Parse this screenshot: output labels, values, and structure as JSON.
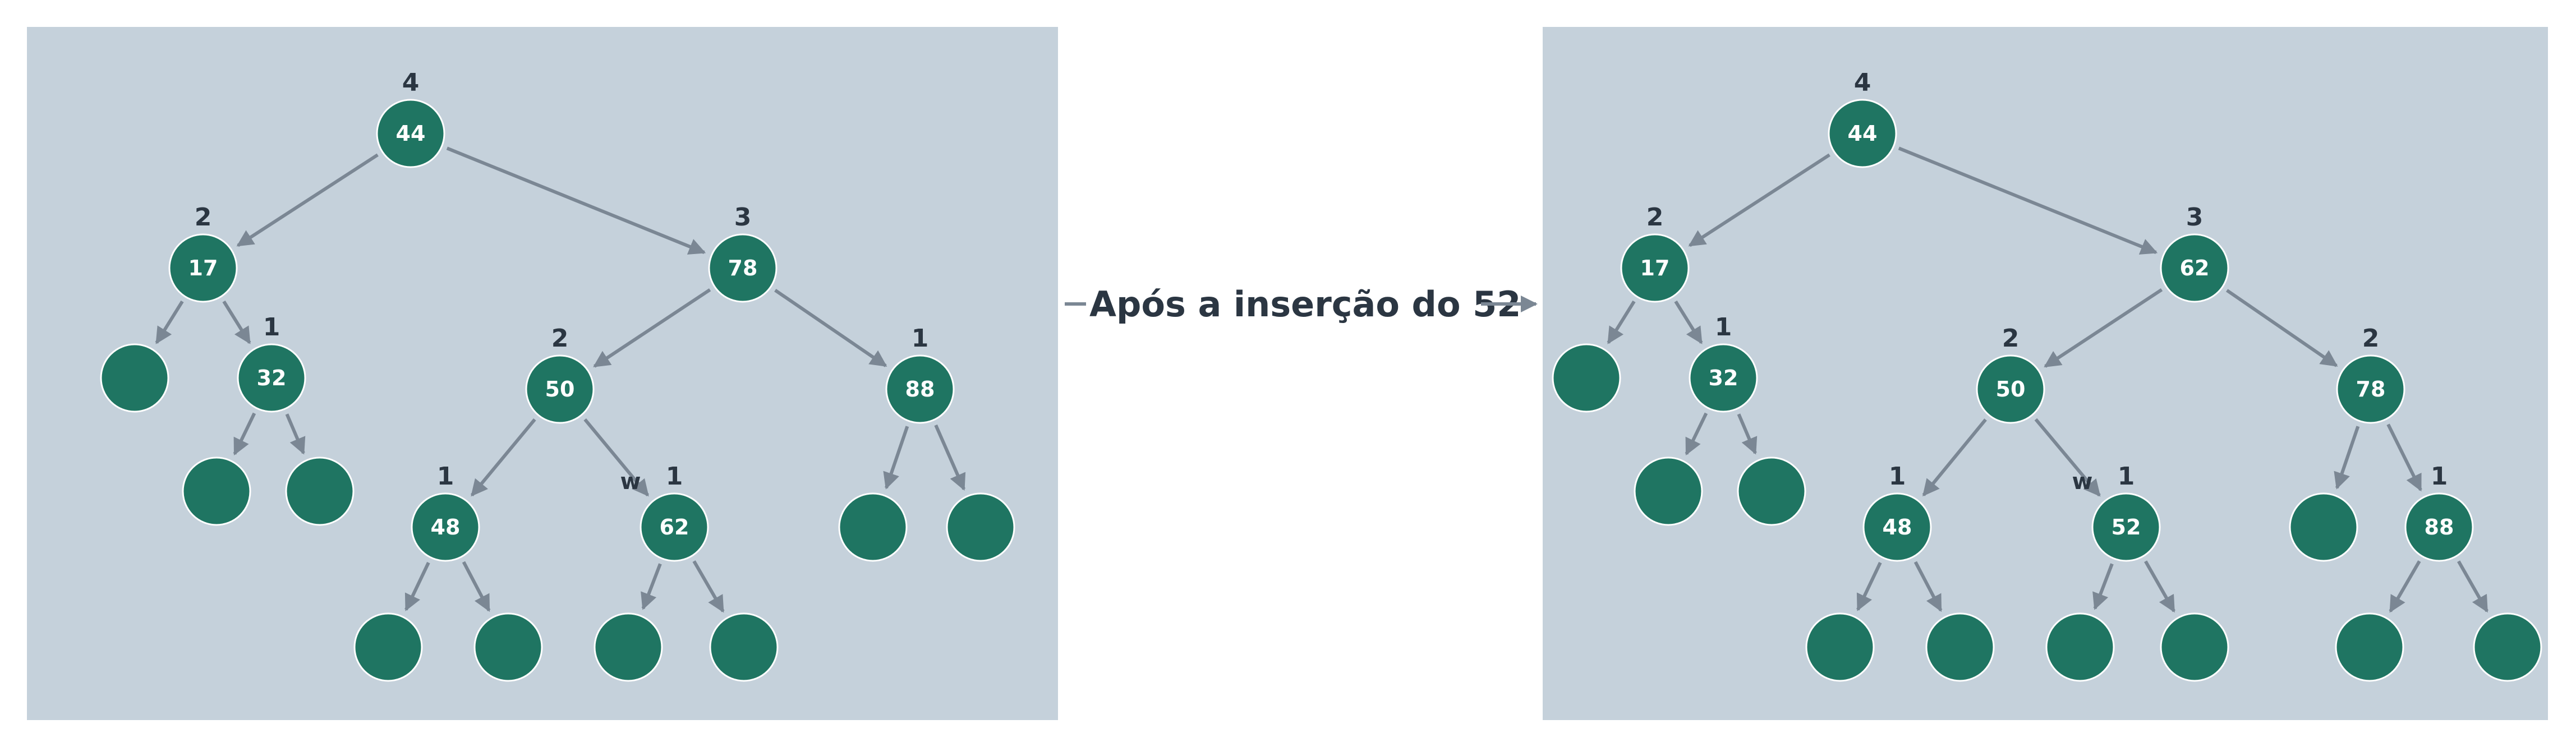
{
  "colors": {
    "panel_background": "#c5d1db",
    "node_fill": "#1f7562",
    "edge": "#7b8794",
    "text_dark": "#2b3642",
    "node_text": "#ffffff"
  },
  "transition": {
    "label": "Após a inserção do 52"
  },
  "trees": {
    "before": {
      "nodes": [
        {
          "id": "n44",
          "key": "44",
          "height": "4"
        },
        {
          "id": "n17",
          "key": "17",
          "height": "2"
        },
        {
          "id": "n78",
          "key": "78",
          "height": "3"
        },
        {
          "id": "l17a",
          "key": "",
          "height": ""
        },
        {
          "id": "n32",
          "key": "32",
          "height": "1"
        },
        {
          "id": "l32a",
          "key": "",
          "height": ""
        },
        {
          "id": "l32b",
          "key": "",
          "height": ""
        },
        {
          "id": "n50",
          "key": "50",
          "height": "2"
        },
        {
          "id": "n88",
          "key": "88",
          "height": "1"
        },
        {
          "id": "n48",
          "key": "48",
          "height": "1"
        },
        {
          "id": "n62",
          "key": "62",
          "height": "1",
          "marker": "w"
        },
        {
          "id": "l48a",
          "key": "",
          "height": ""
        },
        {
          "id": "l48b",
          "key": "",
          "height": ""
        },
        {
          "id": "l62a",
          "key": "",
          "height": ""
        },
        {
          "id": "l62b",
          "key": "",
          "height": ""
        },
        {
          "id": "l88a",
          "key": "",
          "height": ""
        },
        {
          "id": "l88b",
          "key": "",
          "height": ""
        }
      ],
      "edges": [
        [
          "n44",
          "n17"
        ],
        [
          "n44",
          "n78"
        ],
        [
          "n17",
          "l17a"
        ],
        [
          "n17",
          "n32"
        ],
        [
          "n32",
          "l32a"
        ],
        [
          "n32",
          "l32b"
        ],
        [
          "n78",
          "n50"
        ],
        [
          "n78",
          "n88"
        ],
        [
          "n50",
          "n48"
        ],
        [
          "n50",
          "n62"
        ],
        [
          "n48",
          "l48a"
        ],
        [
          "n48",
          "l48b"
        ],
        [
          "n62",
          "l62a"
        ],
        [
          "n62",
          "l62b"
        ],
        [
          "n88",
          "l88a"
        ],
        [
          "n88",
          "l88b"
        ]
      ]
    },
    "after": {
      "nodes": [
        {
          "id": "n44",
          "key": "44",
          "height": "4"
        },
        {
          "id": "n17",
          "key": "17",
          "height": "2"
        },
        {
          "id": "n62",
          "key": "62",
          "height": "3"
        },
        {
          "id": "l17a",
          "key": "",
          "height": ""
        },
        {
          "id": "n32",
          "key": "32",
          "height": "1"
        },
        {
          "id": "l32a",
          "key": "",
          "height": ""
        },
        {
          "id": "l32b",
          "key": "",
          "height": ""
        },
        {
          "id": "n50",
          "key": "50",
          "height": "2"
        },
        {
          "id": "n78",
          "key": "78",
          "height": "2"
        },
        {
          "id": "n48",
          "key": "48",
          "height": "1"
        },
        {
          "id": "n52",
          "key": "52",
          "height": "1",
          "marker": "w"
        },
        {
          "id": "l78a",
          "key": "",
          "height": ""
        },
        {
          "id": "n88",
          "key": "88",
          "height": "1"
        },
        {
          "id": "l48a",
          "key": "",
          "height": ""
        },
        {
          "id": "l48b",
          "key": "",
          "height": ""
        },
        {
          "id": "l52a",
          "key": "",
          "height": ""
        },
        {
          "id": "l52b",
          "key": "",
          "height": ""
        },
        {
          "id": "l88a",
          "key": "",
          "height": ""
        },
        {
          "id": "l88b",
          "key": "",
          "height": ""
        }
      ],
      "edges": [
        [
          "n44",
          "n17"
        ],
        [
          "n44",
          "n62"
        ],
        [
          "n17",
          "l17a"
        ],
        [
          "n17",
          "n32"
        ],
        [
          "n32",
          "l32a"
        ],
        [
          "n32",
          "l32b"
        ],
        [
          "n62",
          "n50"
        ],
        [
          "n62",
          "n78"
        ],
        [
          "n50",
          "n48"
        ],
        [
          "n50",
          "n52"
        ],
        [
          "n78",
          "l78a"
        ],
        [
          "n78",
          "n88"
        ],
        [
          "n48",
          "l48a"
        ],
        [
          "n48",
          "l48b"
        ],
        [
          "n52",
          "l52a"
        ],
        [
          "n52",
          "l52b"
        ],
        [
          "n88",
          "l88a"
        ],
        [
          "n88",
          "l88b"
        ]
      ]
    }
  }
}
